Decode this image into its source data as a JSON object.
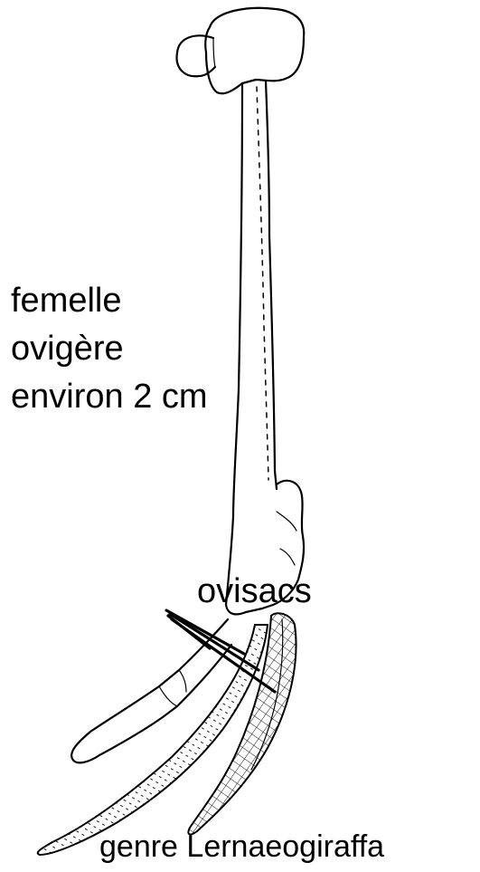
{
  "labels": {
    "femelle": [
      "femelle",
      "ovigère",
      "environ 2 cm"
    ],
    "ovisacs": "ovisacs",
    "genre": "genre Lernaeogiraffa"
  },
  "colors": {
    "ink": "#000000",
    "background": "#ffffff"
  }
}
